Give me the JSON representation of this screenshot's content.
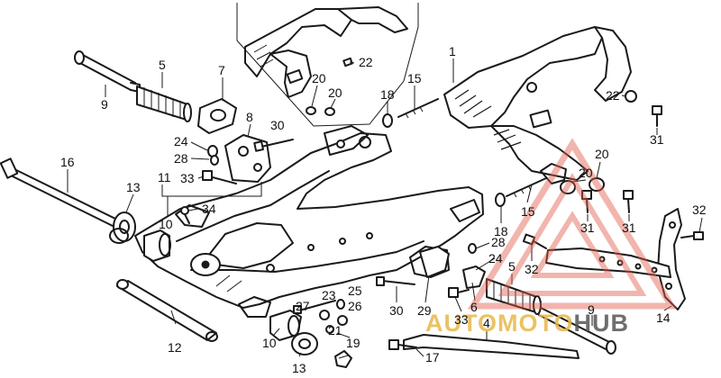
{
  "diagram": {
    "callouts": [
      {
        "key": "c1",
        "text": "1"
      },
      {
        "key": "c5a",
        "text": "5"
      },
      {
        "key": "c9a",
        "text": "9"
      },
      {
        "key": "c7",
        "text": "7"
      },
      {
        "key": "c8",
        "text": "8"
      },
      {
        "key": "c30a",
        "text": "30"
      },
      {
        "key": "c24a",
        "text": "24"
      },
      {
        "key": "c28a",
        "text": "28"
      },
      {
        "key": "c33a",
        "text": "33"
      },
      {
        "key": "c16",
        "text": "16"
      },
      {
        "key": "c11",
        "text": "11"
      },
      {
        "key": "c13a",
        "text": "13"
      },
      {
        "key": "c34",
        "text": "34"
      },
      {
        "key": "c10a",
        "text": "10"
      },
      {
        "key": "c12",
        "text": "12"
      },
      {
        "key": "c10b",
        "text": "10"
      },
      {
        "key": "c13b",
        "text": "13"
      },
      {
        "key": "c27",
        "text": "27"
      },
      {
        "key": "c23",
        "text": "23"
      },
      {
        "key": "c25",
        "text": "25"
      },
      {
        "key": "c26",
        "text": "26"
      },
      {
        "key": "c21",
        "text": "21"
      },
      {
        "key": "c19",
        "text": "19"
      },
      {
        "key": "c22a",
        "text": "22"
      },
      {
        "key": "c20a",
        "text": "20"
      },
      {
        "key": "c20b",
        "text": "20"
      },
      {
        "key": "c18a",
        "text": "18"
      },
      {
        "key": "c15a",
        "text": "15"
      },
      {
        "key": "c22b",
        "text": "22"
      },
      {
        "key": "c31a",
        "text": "31"
      },
      {
        "key": "c20c",
        "text": "20"
      },
      {
        "key": "c20d",
        "text": "20"
      },
      {
        "key": "c15b",
        "text": "15"
      },
      {
        "key": "c31b",
        "text": "31"
      },
      {
        "key": "c31c",
        "text": "31"
      },
      {
        "key": "c32a",
        "text": "32"
      },
      {
        "key": "c18b",
        "text": "18"
      },
      {
        "key": "c28b",
        "text": "28"
      },
      {
        "key": "c24b",
        "text": "24"
      },
      {
        "key": "c5b",
        "text": "5"
      },
      {
        "key": "c6",
        "text": "6"
      },
      {
        "key": "c32b",
        "text": "32"
      },
      {
        "key": "c29",
        "text": "29"
      },
      {
        "key": "c30b",
        "text": "30"
      },
      {
        "key": "c33b",
        "text": "33"
      },
      {
        "key": "c4",
        "text": "4"
      },
      {
        "key": "c9b",
        "text": "9"
      },
      {
        "key": "c17",
        "text": "17"
      },
      {
        "key": "c14",
        "text": "14"
      }
    ],
    "watermark": {
      "part1": "AUTO",
      "part2": "MOTO",
      "part3": "HUB",
      "color_primary": "#e8b84a",
      "color_secondary": "#555555",
      "color_triangle": "#e05a4a"
    }
  }
}
